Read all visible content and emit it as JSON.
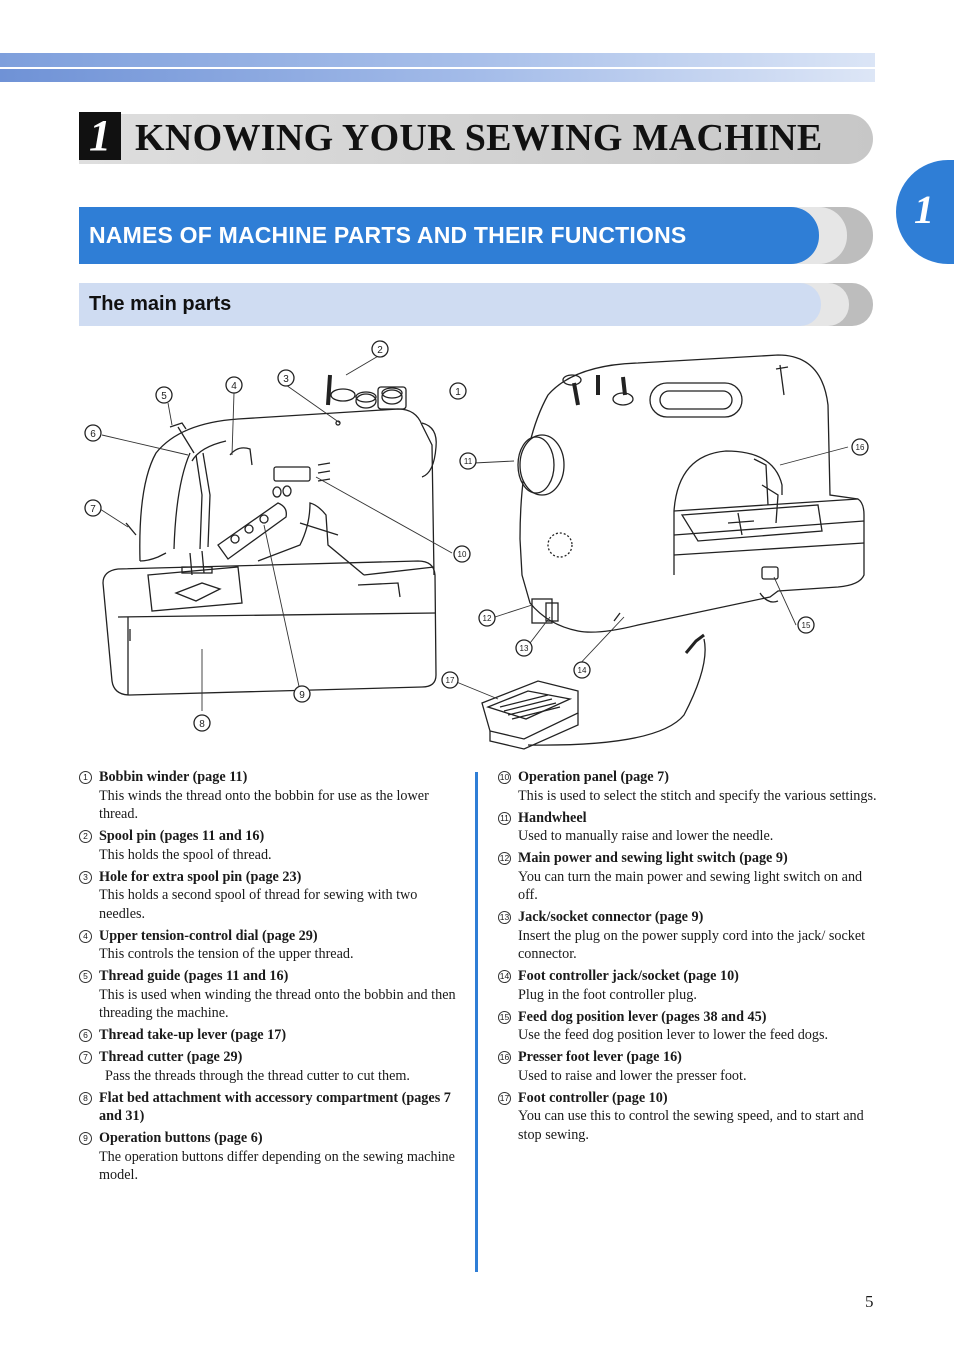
{
  "chapter": {
    "number": "1",
    "title": "KNOWING YOUR SEWING MACHINE"
  },
  "side_tab": {
    "number": "1"
  },
  "section": {
    "title": "NAMES OF MACHINE PARTS AND THEIR FUNCTIONS"
  },
  "subsection": {
    "title": "The main parts"
  },
  "callouts": [
    "1",
    "2",
    "3",
    "4",
    "5",
    "6",
    "7",
    "8",
    "9",
    "10",
    "11",
    "12",
    "13",
    "14",
    "15",
    "16",
    "17"
  ],
  "parts_left": [
    {
      "num": "1",
      "title": "Bobbin winder (page 11)",
      "desc": "This winds the thread onto the bobbin for use as the lower thread."
    },
    {
      "num": "2",
      "title": "Spool pin (pages 11 and 16)",
      "desc": "This holds the spool of thread."
    },
    {
      "num": "3",
      "title": "Hole for extra spool pin (page 23)",
      "desc": "This holds a second spool of thread for sewing with two needles."
    },
    {
      "num": "4",
      "title": "Upper tension-control dial (page 29)",
      "desc": "This controls the tension of the upper thread."
    },
    {
      "num": "5",
      "title": "Thread guide (pages 11 and 16)",
      "desc": "This is used when winding the thread onto the bobbin and then threading the machine."
    },
    {
      "num": "6",
      "title": "Thread take-up lever (page 17)",
      "desc": ""
    },
    {
      "num": "7",
      "title": "Thread cutter (page 29)",
      "desc": "Pass the threads through the thread cutter to cut them."
    },
    {
      "num": "8",
      "title": "Flat bed attachment with accessory compartment (pages 7 and 31)",
      "desc": ""
    },
    {
      "num": "9",
      "title": "Operation buttons (page 6)",
      "desc": "The operation buttons differ depending on the sewing machine model."
    }
  ],
  "parts_right": [
    {
      "num": "10",
      "title": "Operation panel (page 7)",
      "desc": "This is used to select the stitch and specify the various settings."
    },
    {
      "num": "11",
      "title": "Handwheel",
      "desc": "Used to manually raise and lower the needle."
    },
    {
      "num": "12",
      "title": "Main power and sewing light switch (page 9)",
      "desc": "You can turn the main power and sewing light switch on and off."
    },
    {
      "num": "13",
      "title": "Jack/socket connector (page 9)",
      "desc": "Insert the plug on the power supply cord into the jack/ socket connector."
    },
    {
      "num": "14",
      "title": "Foot controller jack/socket (page 10)",
      "desc": "Plug in the foot controller plug."
    },
    {
      "num": "15",
      "title": "Feed dog position lever (pages 38 and 45)",
      "desc": "Use the feed dog position lever to lower the feed dogs."
    },
    {
      "num": "16",
      "title": "Presser foot lever (page 16)",
      "desc": "Used to raise and lower the presser foot."
    },
    {
      "num": "17",
      "title": "Foot controller (page 10)",
      "desc": "You can use this to control the sewing speed, and to start and stop sewing."
    }
  ],
  "page_number": "5"
}
